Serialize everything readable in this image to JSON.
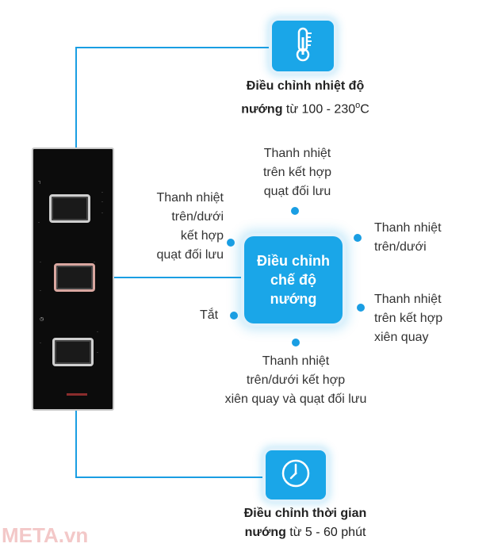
{
  "temperature": {
    "icon": "thermometer-icon",
    "title_bold_1": "Điều chỉnh nhiệt độ",
    "title_bold_2": "nướng",
    "range_prefix": " từ 100 - 230",
    "degree_mark": "o",
    "range_unit": "C"
  },
  "mode_center": {
    "line1": "Điều chỉnh",
    "line2": "chế độ",
    "line3": "nướng"
  },
  "modes": {
    "top_fan": [
      "Thanh nhiệt",
      "trên kết hợp",
      "quạt đối lưu"
    ],
    "top_bottom_fan": [
      "Thanh nhiệt",
      "trên/dưới",
      "kết hợp",
      "quạt đối lưu"
    ],
    "top_bottom": [
      "Thanh nhiệt",
      "trên/dưới"
    ],
    "off": "Tắt",
    "top_rotisserie": [
      "Thanh nhiệt",
      "trên kết hợp",
      "xiên quay"
    ],
    "all_combined": [
      "Thanh nhiệt",
      "trên/dưới kết hợp",
      "xiên quay và quạt đối lưu"
    ]
  },
  "timer": {
    "icon": "clock-icon",
    "title_bold_1": "Điều chỉnh thời gian",
    "title_bold_2": "nướng",
    "range_text": " từ 5 - 60 phút"
  },
  "watermark": "META.vn",
  "colors": {
    "accent": "#1aa6e8",
    "line": "#1a9ee3"
  }
}
